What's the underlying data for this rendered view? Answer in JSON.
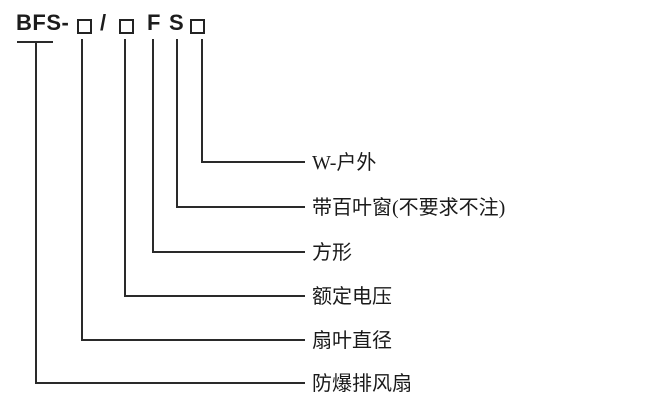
{
  "diagram": {
    "title_code": {
      "full_code": "BFS-□/□FS□",
      "prefix": "BFS-",
      "slash": "/",
      "letter_f": "F",
      "letter_s": "S",
      "box_symbol": "□"
    },
    "labels": [
      {
        "text": "W-户外"
      },
      {
        "text": "带百叶窗(不要求不注)"
      },
      {
        "text": "方形"
      },
      {
        "text": "额定电压"
      },
      {
        "text": "扇叶直径"
      },
      {
        "text": "防爆排风扇"
      }
    ],
    "colors": {
      "background": "#ffffff",
      "line": "#2a2a2a",
      "text": "#1a1a1a"
    }
  }
}
